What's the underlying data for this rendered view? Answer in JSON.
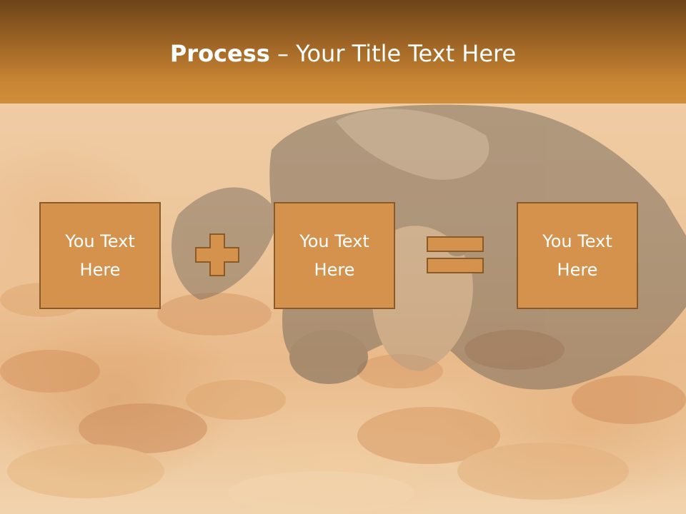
{
  "slide": {
    "title_bold": "Process",
    "title_rest": " – Your Title Text Here"
  },
  "boxes": [
    {
      "text": "You Text Here"
    },
    {
      "text": "You Text Here"
    },
    {
      "text": "You Text Here"
    }
  ],
  "operators": [
    "plus-icon",
    "equals-icon"
  ],
  "colors": {
    "title_bar_top": "#6b4418",
    "title_bar_bottom": "#d08e3a",
    "box_fill": "#d4924d",
    "box_border": "#8a5a27",
    "text": "#ffffff"
  }
}
